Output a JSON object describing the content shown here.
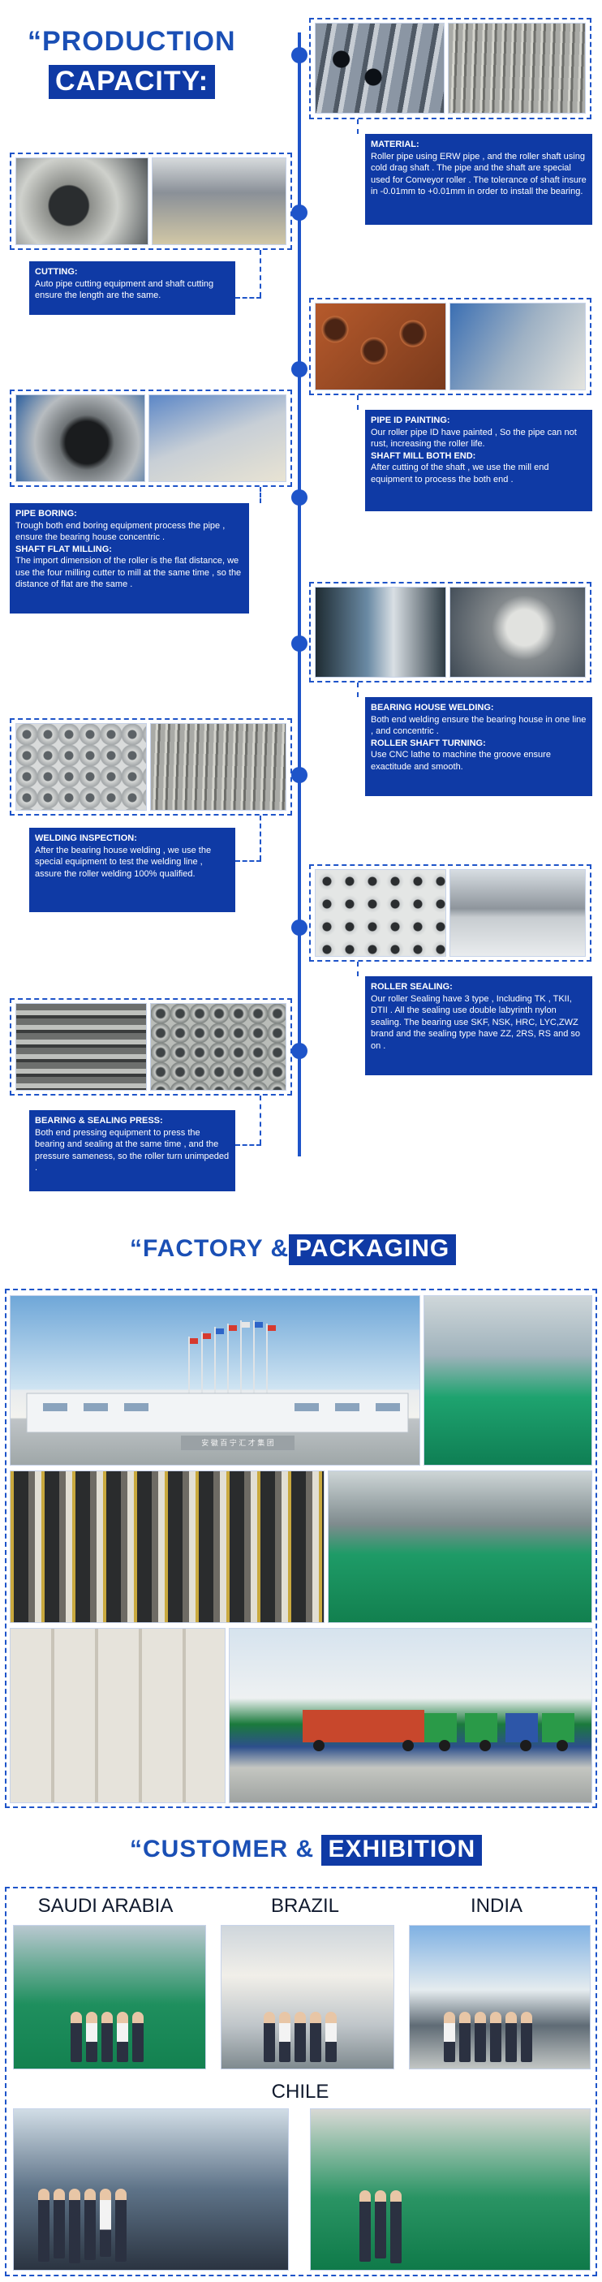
{
  "production": {
    "heading_line1": "“PRODUCTION",
    "heading_line2": "CAPACITY:",
    "steps": [
      {
        "title": "MATERIAL:",
        "text": "Roller pipe using ERW pipe , and the roller shaft using cold drag shaft . The pipe and the shaft are special used for Conveyor roller . The tolerance of shaft insure in -0.01mm to +0.01mm in order to install the bearing.",
        "photos": [
          "pipes",
          "rods"
        ]
      },
      {
        "title": "CUTTING:",
        "text": "Auto pipe cutting equipment and shaft cutting ensure the length are the same.",
        "photos": [
          "cutting-machine",
          "cutting-workshop"
        ]
      },
      {
        "title": "PIPE ID PAINTING:",
        "text": "Our roller pipe ID have painted , So the pipe can not rust, increasing the roller life.",
        "title2": "SHAFT MILL BOTH END:",
        "text2": "After cutting of the shaft , we use the mill end equipment to process the both end .",
        "photos": [
          "painted-pipes",
          "mill-machine"
        ]
      },
      {
        "title": "PIPE BORING:",
        "text": "Trough both end boring equipment process the pipe , ensure the bearing house concentric .",
        "title2": "SHAFT FLAT MILLING:",
        "text2": "The import dimension of the roller is the flat distance, we use the four milling cutter to mill at the same time , so the distance of flat are the same .",
        "photos": [
          "boring-machine",
          "boring-workshop"
        ]
      },
      {
        "title": "BEARING HOUSE WELDING:",
        "text": "Both end welding ensure the bearing house in one line , and concentric .",
        "title2": "ROLLER SHAFT TURNING:",
        "text2": "Use CNC lathe to machine the groove ensure exactitude and smooth.",
        "photos": [
          "welding",
          "cnc-lathe"
        ]
      },
      {
        "title": "WELDING INSPECTION:",
        "text": "After the bearing house welding , we use the special equipment to test the welding line , assure the roller welding 100% qualified.",
        "photos": [
          "bearing-houses",
          "shafts"
        ]
      },
      {
        "title": "ROLLER SEALING:",
        "text": "Our roller Sealing have 3 type , Including TK , TKII, DTII . All the sealing use double labyrinth nylon sealing. The bearing use SKF, NSK, HRC, LYC,ZWZ brand and the sealing type have ZZ, 2RS, RS and so on .",
        "photos": [
          "seal-parts",
          "roller-end"
        ]
      },
      {
        "title": "BEARING & SEALING PRESS:",
        "text": "Both end pressing equipment to press the bearing and sealing at the same time , and the pressure sameness, so the roller turn unimpeded .",
        "photos": [
          "press-rollers",
          "finished-rollers"
        ]
      }
    ]
  },
  "factory": {
    "heading_plain": "“FACTORY &",
    "heading_highlight": "PACKAGING",
    "photos": [
      "factory-building",
      "workshop-1",
      "rollers-stock",
      "workshop-2",
      "packing-crates",
      "delivery-trucks"
    ],
    "building_sign": "安 徽 百 宁 汇 才 集 团"
  },
  "customers": {
    "heading_plain": "“CUSTOMER &",
    "heading_highlight": "EXHIBITION",
    "countries": [
      "SAUDI ARABIA",
      "BRAZIL",
      "INDIA",
      "CHILE"
    ],
    "photos": [
      "saudi-arabia-visit",
      "brazil-visit",
      "india-visit",
      "chile-visit-1",
      "chile-visit-2"
    ]
  },
  "colors": {
    "accent": "#0f3aa5",
    "heading": "#1a4fb5",
    "timeline": "#1e54c9"
  }
}
